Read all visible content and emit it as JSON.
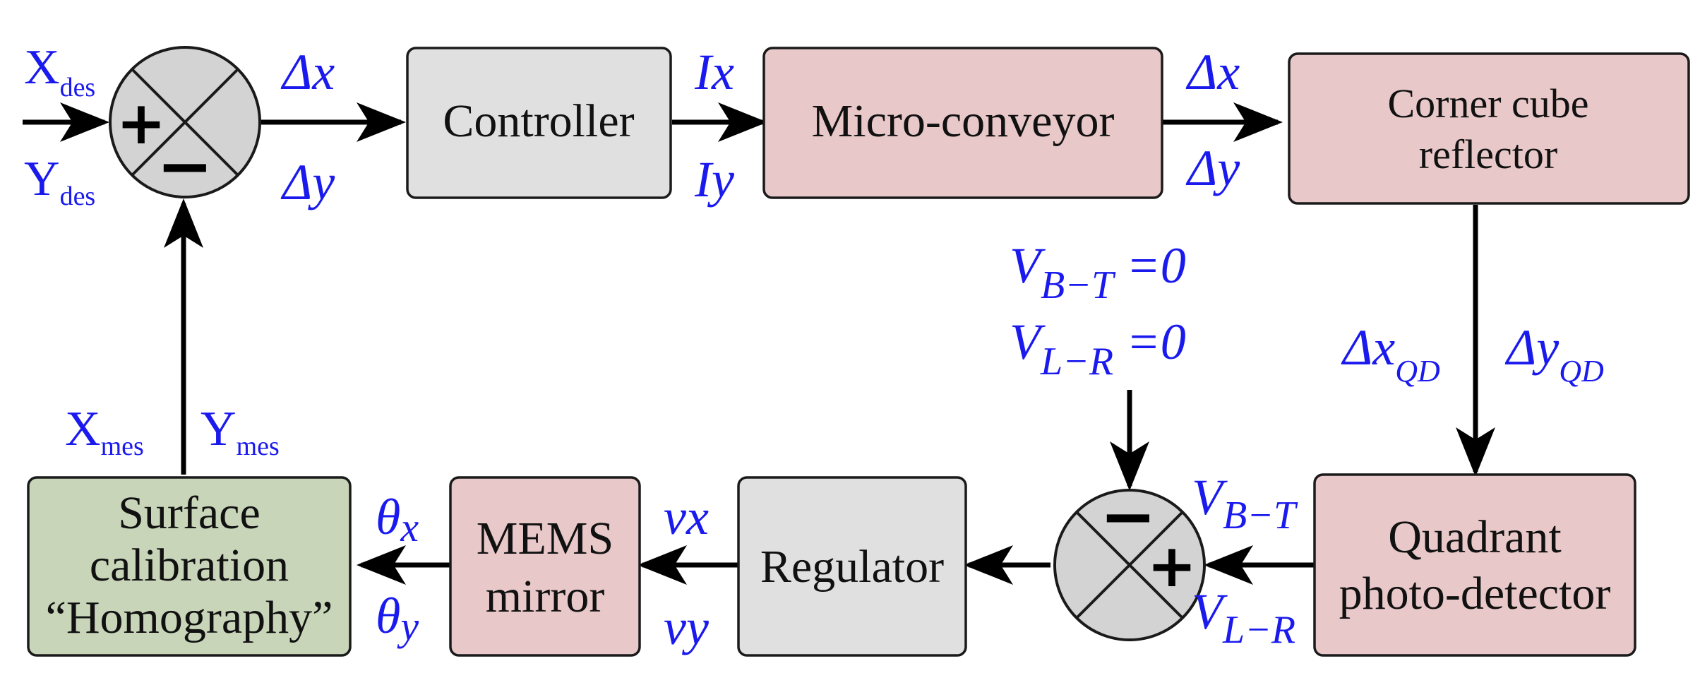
{
  "blocks": {
    "controller": [
      "Controller"
    ],
    "micro_conveyor": [
      "Micro-conveyor"
    ],
    "corner_cube": [
      "Corner cube",
      "reflector"
    ],
    "quadrant": [
      "Quadrant",
      "photo-detector"
    ],
    "regulator": [
      "Regulator"
    ],
    "mems": [
      "MEMS",
      "mirror"
    ],
    "surface": [
      "Surface",
      "calibration",
      "“Homography”"
    ]
  },
  "signals": {
    "x_des": {
      "base": "X",
      "sub": "des"
    },
    "y_des": {
      "base": "Y",
      "sub": "des"
    },
    "x_mes": {
      "base": "X",
      "sub": "mes"
    },
    "y_mes": {
      "base": "Y",
      "sub": "mes"
    },
    "dx1": "Δx",
    "dy1": "Δy",
    "ix": "Ix",
    "iy": "Iy",
    "dx2": "Δx",
    "dy2": "Δy",
    "dx_qd": {
      "base": "Δx",
      "sub": "QD"
    },
    "dy_qd": {
      "base": "Δy",
      "sub": "QD"
    },
    "vbt_ref": {
      "base": "V",
      "sub": "B−T",
      "suffix": " =0"
    },
    "vlr_ref": {
      "base": "V",
      "sub": "L−R",
      "suffix": " =0"
    },
    "vbt": {
      "base": "V",
      "sub": "B−T"
    },
    "vlr": {
      "base": "V",
      "sub": "L−R"
    },
    "vx": "vx",
    "vy": "vy",
    "theta_x": {
      "base": "θ",
      "sub": "x"
    },
    "theta_y": {
      "base": "θ",
      "sub": "y"
    }
  },
  "summing_junctions": {
    "top": {
      "left_sign": "+",
      "bottom_sign": "−"
    },
    "bottom": {
      "top_sign": "−",
      "right_sign": "+"
    }
  }
}
